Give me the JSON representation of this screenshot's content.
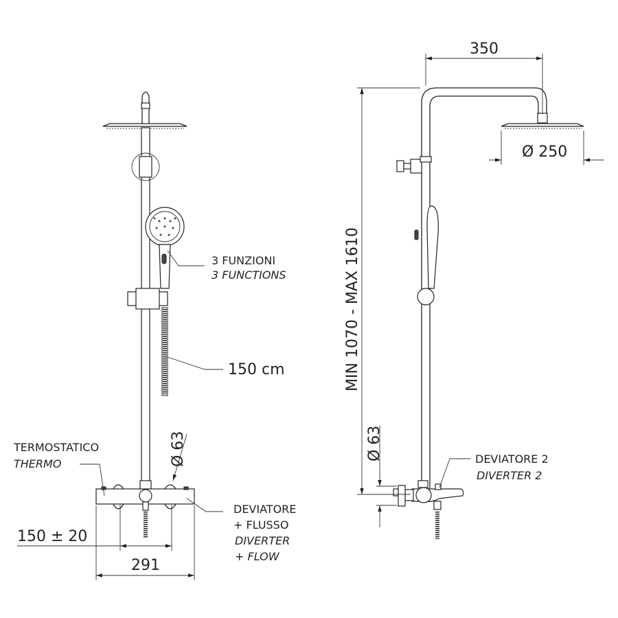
{
  "left_view": {
    "functions_label": "3 FUNZIONI",
    "functions_label_en": "3 FUNCTIONS",
    "hose_length": "150 cm",
    "thermo_label": "TERMOSTATICO",
    "thermo_label_en": "THERMO",
    "knob_diameter": "Ø 63",
    "diverter_label_1": "DEVIATORE",
    "diverter_label_2": "+ FLUSSO",
    "diverter_label_en_1": "DIVERTER",
    "diverter_label_en_2": "+ FLOW",
    "inlet_spacing": "150 ± 20",
    "mixer_width": "291"
  },
  "right_view": {
    "arm_length": "350",
    "head_diameter": "Ø 250",
    "height_range": "MIN 1070  -  MAX 1610",
    "knob_diameter": "Ø 63",
    "diverter2_label": "DEVIATORE 2",
    "diverter2_label_en": "DIVERTER 2"
  }
}
